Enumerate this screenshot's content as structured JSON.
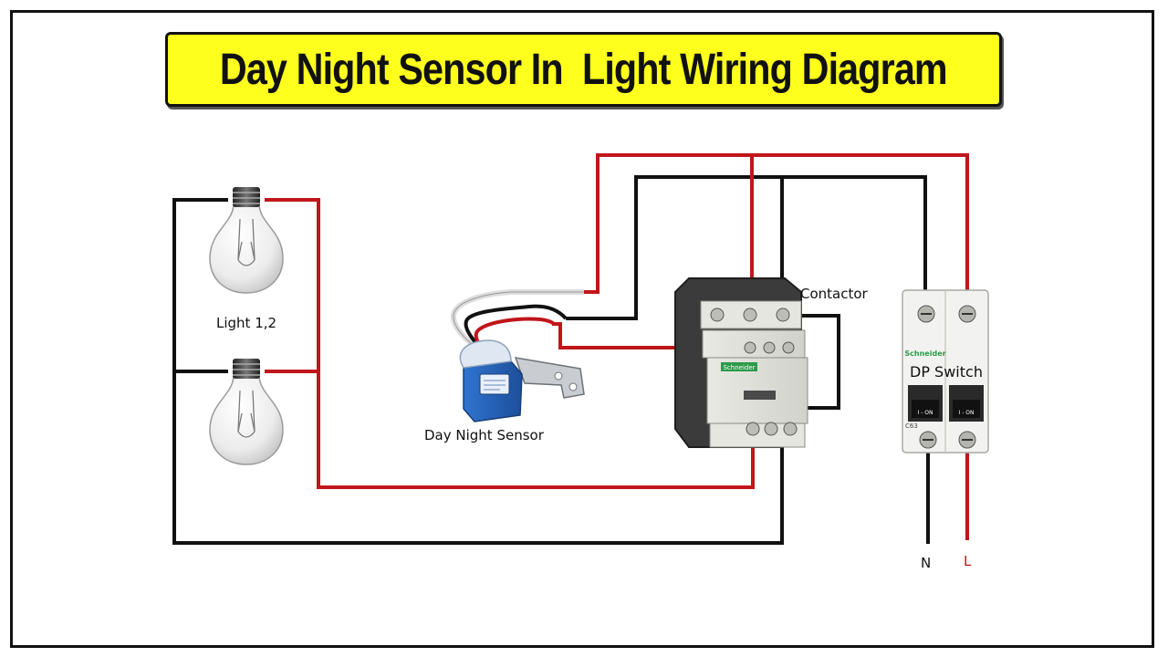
{
  "title": "Day Night Sensor In  Light Wiring Diagram",
  "labels": {
    "lights": "Light 1,2",
    "sensor": "Day Night Sensor",
    "contactor": "Contactor",
    "dp_switch": "DP Switch",
    "neutral": "N",
    "live": "L"
  },
  "device_text": {
    "contactor_brand": "Schneider",
    "mcb_brand": "Schneider",
    "mcb_rating": "C63",
    "mcb_on_left": "I - ON",
    "mcb_on_right": "I - ON"
  },
  "colors": {
    "live_wire": "#c0161b",
    "neutral_wire": "#111111",
    "title_background": "#ffff1e",
    "live_label": "#c0161b",
    "sensor_blue": "#2f74d0"
  },
  "icons": [
    "light-bulb-icon",
    "day-night-sensor-icon",
    "contactor-icon",
    "dp-switch-icon"
  ]
}
